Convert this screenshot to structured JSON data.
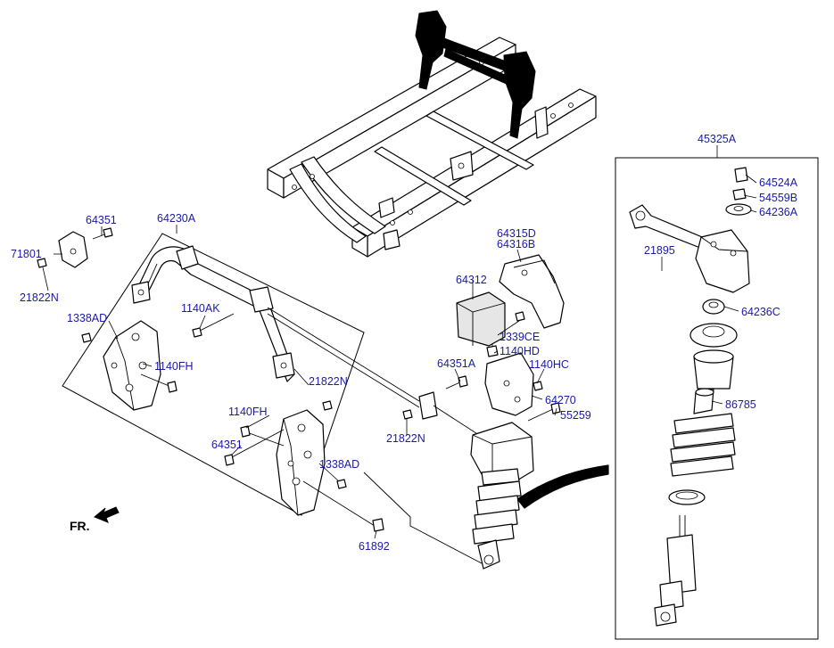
{
  "labels": {
    "p45325A": "45325A",
    "p64524A": "64524A",
    "p54559B": "54559B",
    "p64236A": "64236A",
    "p21895": "21895",
    "p64236C": "64236C",
    "p86785": "86785",
    "p64351_top": "64351",
    "p71801": "71801",
    "p21822N_left": "21822N",
    "p64230A": "64230A",
    "p1338AD_left": "1338AD",
    "p1140AK": "1140AK",
    "p1140FH_left": "1140FH",
    "p21822N_mid": "21822N",
    "p1140FH_mid": "1140FH",
    "p64351_mid": "64351",
    "p1338AD_mid": "1338AD",
    "p61892": "61892",
    "p64315D": "64315D",
    "p64316B": "64316B",
    "p64312": "64312",
    "p1339CE": "1339CE",
    "p1140HD": "1140HD",
    "p64351A": "64351A",
    "p1140HC": "1140HC",
    "p64270": "64270",
    "p55259": "55259",
    "p21822N_right": "21822N"
  },
  "direction": {
    "text": "FR."
  },
  "colors": {
    "label": "#1a1aa6",
    "line": "#000000"
  }
}
